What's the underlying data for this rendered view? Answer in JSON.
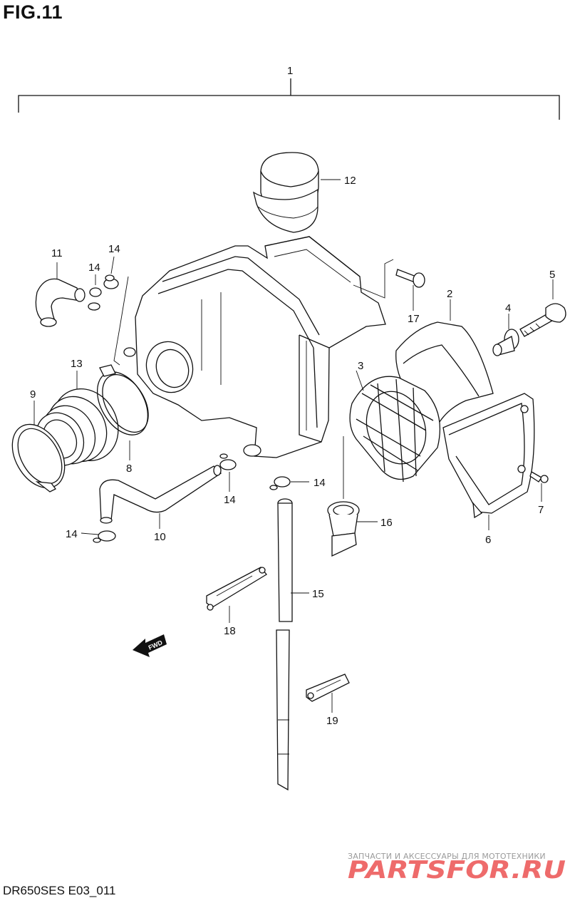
{
  "figure_title": "FIG.11",
  "model_code": "DR650SES E03_011",
  "fwd_label": "FWD",
  "watermark": {
    "tagline": "ЗАПЧАСТИ И АКСЕССУАРЫ ДЛЯ МОТОТЕХНИКИ",
    "logo_text": "PARTSFOR.RU",
    "color": "#e83a3a"
  },
  "callouts": [
    "1",
    "2",
    "3",
    "4",
    "5",
    "6",
    "7",
    "8",
    "9",
    "10",
    "11",
    "12",
    "13",
    "14",
    "14",
    "14",
    "14",
    "14",
    "15",
    "16",
    "17",
    "18",
    "19"
  ]
}
